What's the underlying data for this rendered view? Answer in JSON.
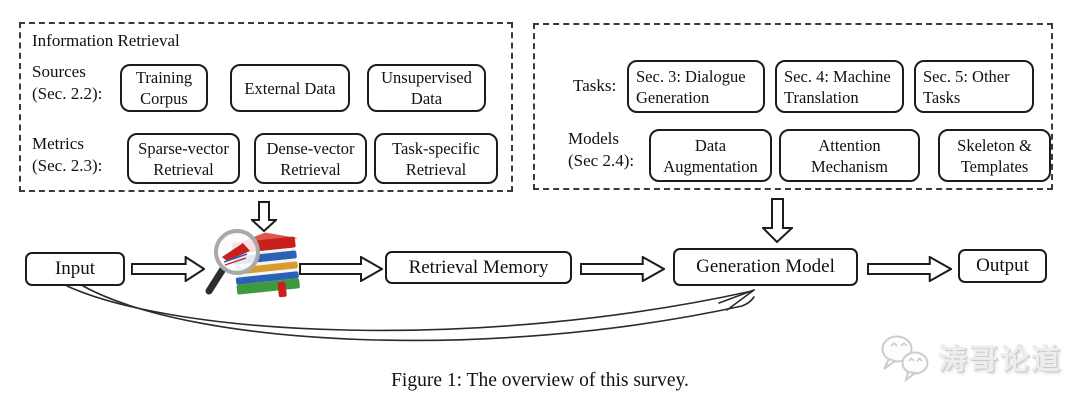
{
  "caption": "Figure 1: The overview of this survey.",
  "ir_panel": {
    "title": "Information Retrieval",
    "sources_label": [
      "Sources",
      "(Sec. 2.2):"
    ],
    "sources_boxes": [
      "Training Corpus",
      "External Data",
      "Unsupervised Data"
    ],
    "metrics_label": [
      "Metrics",
      "(Sec. 2.3):"
    ],
    "metrics_boxes": [
      "Sparse-vector Retrieval",
      "Dense-vector Retrieval",
      "Task-specific Retrieval"
    ]
  },
  "tm_panel": {
    "tasks_label": "Tasks:",
    "tasks_boxes": [
      "Sec. 3: Dialogue Generation",
      "Sec. 4: Machine Translation",
      "Sec. 5: Other Tasks"
    ],
    "models_label": [
      "Models",
      "(Sec 2.4):"
    ],
    "models_boxes": [
      "Data Augmentation",
      "Attention Mechanism",
      "Skeleton & Templates"
    ]
  },
  "flow": {
    "input": "Input",
    "retrieval_memory": "Retrieval Memory",
    "generation_model": "Generation Model",
    "output": "Output",
    "retriever_icon": "magnifier-over-books"
  },
  "watermark": {
    "text": "涛哥论道",
    "logo": "wechat-chat-bubbles"
  },
  "colors": {
    "line": "#1c1c1c",
    "book_red": "#c8201d",
    "book_red_light": "#e05450",
    "book_blue": "#2b62b8",
    "book_gold": "#d79c2e",
    "book_green": "#3d9a3f",
    "page_white": "#f3f3f1",
    "magnifier_rim": "#a9a9a9",
    "handle_dark": "#2e2e2e",
    "watermark_gray": "#cdcdcd"
  }
}
